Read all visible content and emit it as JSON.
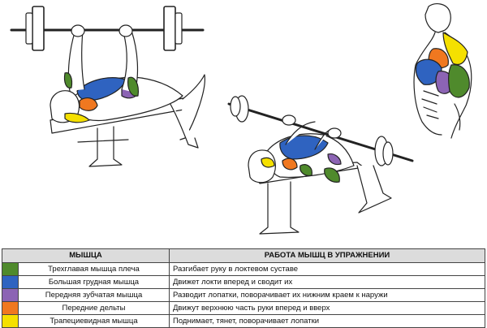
{
  "table": {
    "headers": {
      "muscle": "МЫШЦА",
      "work": "РАБОТА МЫШЦ В УПРАЖНЕНИИ"
    },
    "rows": [
      {
        "color": "#4f8a2c",
        "muscle": "Трехглавая мышца плеча",
        "work": "Разгибает руку в локтевом суставе"
      },
      {
        "color": "#2f63c0",
        "muscle": "Большая грудная мышца",
        "work": "Движет локти вперед и сводит их"
      },
      {
        "color": "#8c64b4",
        "muscle": "Передняя зубчатая мышца",
        "work": "Разводит лопатки, поворачивает их нижним краем к наружи"
      },
      {
        "color": "#f07820",
        "muscle": "Передние дельты",
        "work": "Движут верхнюю часть руки вперед и вверх"
      },
      {
        "color": "#f5e000",
        "muscle": "Трапециевидная мышца",
        "work": "Поднимает, тянет, поворачивает лопатки"
      }
    ]
  },
  "muscle_colors": {
    "triceps": "#4f8a2c",
    "pectoral": "#2f63c0",
    "serratus": "#8c64b4",
    "front_delts": "#f07820",
    "trapezius": "#f5e000"
  }
}
